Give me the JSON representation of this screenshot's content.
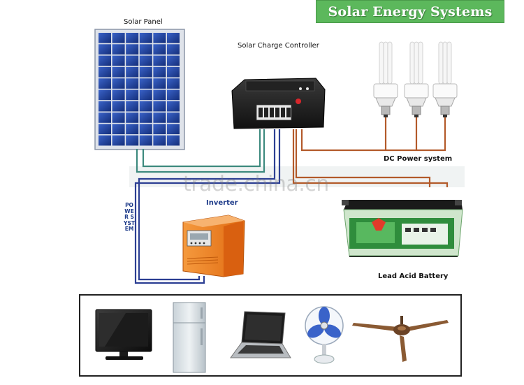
{
  "banner": {
    "title": "Solar Energy Systems",
    "color": "#5cb85c"
  },
  "labels": {
    "solar_panel": "Solar Panel",
    "charge_controller": "Solar Charge Controller",
    "dc_power": "DC Power system",
    "inverter": "Inverter",
    "power_system": "POWER SYSTEM",
    "battery": "Lead Acid Battery"
  },
  "watermark": "trade.china.cn",
  "colors": {
    "panel_wire": "#3d8a7e",
    "controller_wire": "#2c3f93",
    "dc_wire": "#b35a2a",
    "inverter_wire": "#2c3f93",
    "panel_cell": "#1e3f9a",
    "inverter_body": "#f07c1e",
    "battery_body": "#cfe6cc"
  },
  "icons": [
    "solar-panel-icon",
    "charge-controller-icon",
    "cfl-bulb-icon",
    "inverter-icon",
    "battery-icon",
    "tv-icon",
    "refrigerator-icon",
    "laptop-icon",
    "table-fan-icon",
    "ceiling-fan-icon"
  ]
}
